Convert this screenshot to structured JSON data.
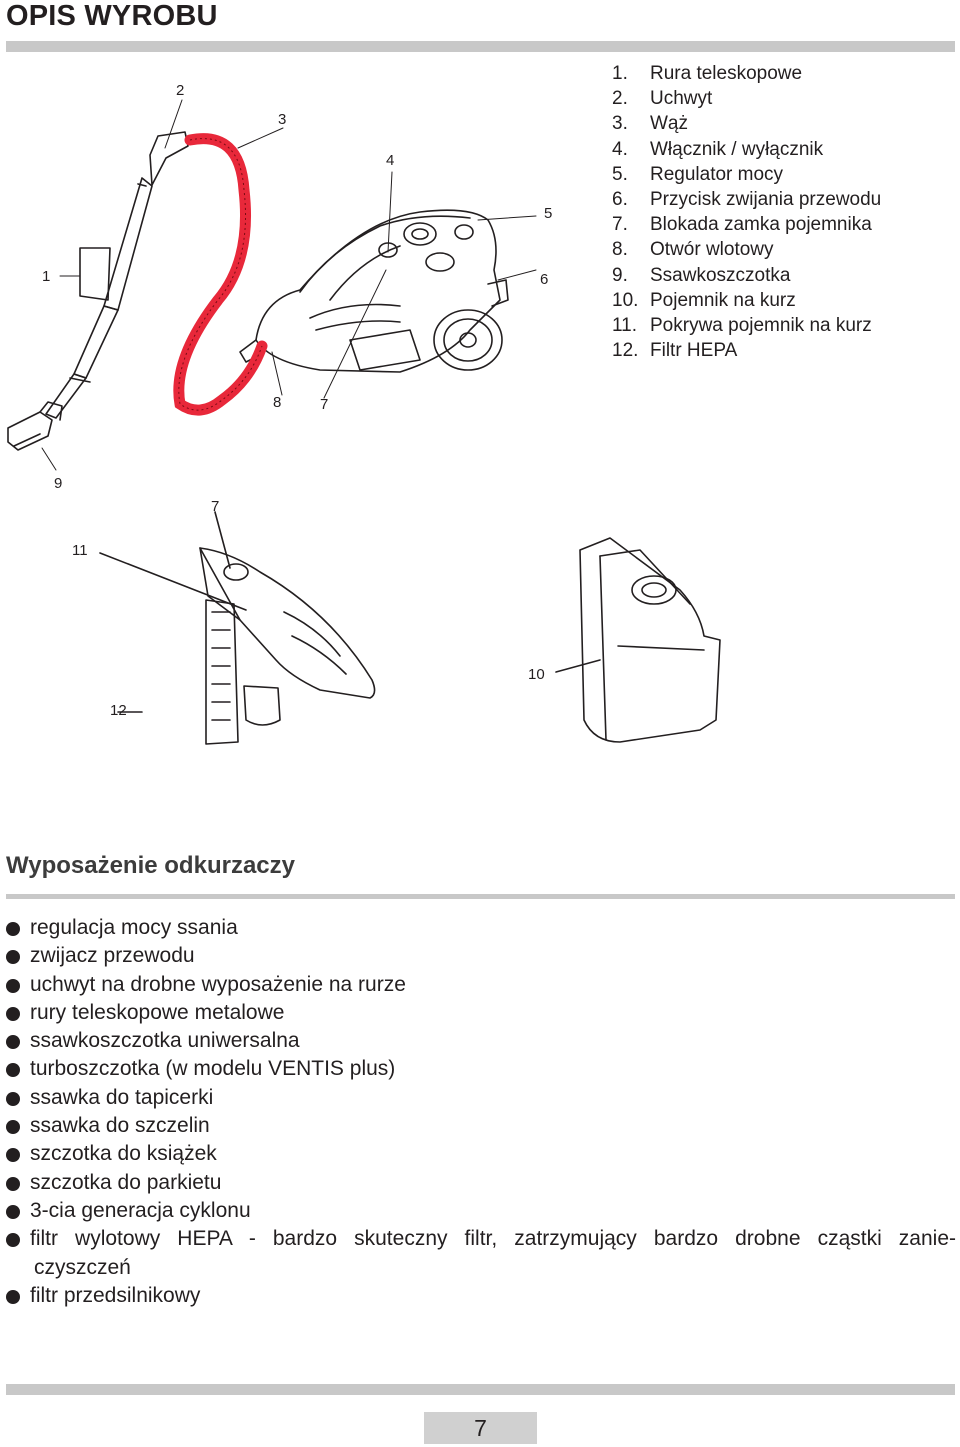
{
  "page": {
    "title": "OPIS WYROBU",
    "page_number": "7"
  },
  "callouts": [
    "1",
    "2",
    "3",
    "4",
    "5",
    "6",
    "7",
    "8",
    "9",
    "7",
    "11",
    "12",
    "10"
  ],
  "parts": [
    {
      "num": "1.",
      "label": "Rura teleskopowe"
    },
    {
      "num": "2.",
      "label": "Uchwyt"
    },
    {
      "num": "3.",
      "label": "Wąż"
    },
    {
      "num": "4.",
      "label": "Włącznik / wyłącznik"
    },
    {
      "num": "5.",
      "label": "Regulator mocy"
    },
    {
      "num": "6.",
      "label": "Przycisk zwijania przewodu"
    },
    {
      "num": "7.",
      "label": "Blokada zamka pojemnika"
    },
    {
      "num": "8.",
      "label": "Otwór wlotowy"
    },
    {
      "num": "9.",
      "label": "Ssawkoszczotka"
    },
    {
      "num": "10.",
      "label": "Pojemnik na kurz"
    },
    {
      "num": "11.",
      "label": "Pokrywa pojemnik na kurz"
    },
    {
      "num": "12.",
      "label": "Filtr HEPA"
    }
  ],
  "equipment": {
    "heading": "Wyposażenie odkurzaczy",
    "items": [
      "regulacja mocy ssania",
      "zwijacz przewodu",
      "uchwyt na drobne wyposażenie na rurze",
      "rury teleskopowe metalowe",
      "ssawkoszczotka uniwersalna",
      "turboszczotka (w modelu VENTIS plus)",
      "ssawka do tapicerki",
      "ssawka do szczelin",
      "szczotka do książek",
      "szczotka do parkietu",
      "3-cia generacja cyklonu",
      "filtr wylotowy HEPA - bardzo skuteczny filtr, zatrzymujący bardzo drobne cząstki zanie-",
      "filtr przedsilnikowy"
    ],
    "item_continuation": "czyszczeń"
  },
  "colors": {
    "hose": "#e8283a",
    "rule": "#c8c8c8",
    "text": "#231f20",
    "page_number_box": "#d0d0d0"
  }
}
